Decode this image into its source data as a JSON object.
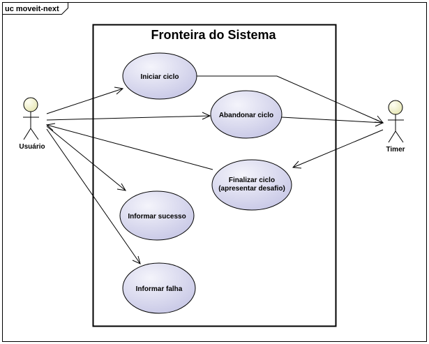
{
  "frame": {
    "label": "uc moveit-next"
  },
  "boundary": {
    "title": "Fronteira do Sistema"
  },
  "actors": {
    "usuario": {
      "label": "Usuário"
    },
    "timer": {
      "label": "Timer"
    }
  },
  "use_cases": {
    "iniciar": {
      "lines": [
        "Iniciar ciclo"
      ]
    },
    "abandonar": {
      "lines": [
        "Abandonar ciclo"
      ]
    },
    "finalizar": {
      "lines": [
        "Finalizar ciclo",
        "(apresentar desafio)"
      ]
    },
    "sucesso": {
      "lines": [
        "Informar sucesso"
      ]
    },
    "falha": {
      "lines": [
        "Informar falha"
      ]
    }
  },
  "colors": {
    "use_case_fill_light": "#f4f4fb",
    "use_case_fill_dark": "#c8c8e6",
    "actor_head_light": "#fffff4",
    "actor_head_dark": "#e6e6b4",
    "line": "#000000"
  }
}
